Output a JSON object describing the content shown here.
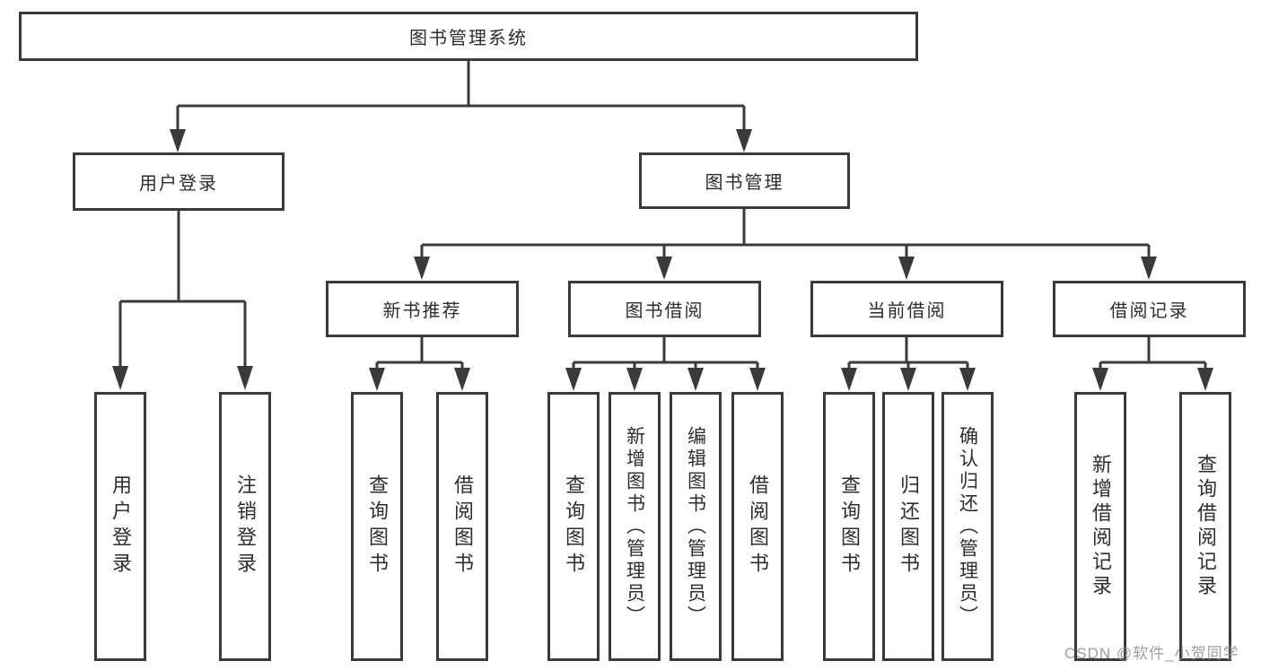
{
  "diagram": {
    "root_label": "图书管理系统",
    "level2": {
      "user_login": "用户登录",
      "book_mgmt": "图书管理"
    },
    "level3": {
      "new_books": "新书推荐",
      "borrow": "图书借阅",
      "current": "当前借阅",
      "records": "借阅记录"
    },
    "leaves": {
      "user_login": [
        "用户登录",
        "注销登录"
      ],
      "new_books": [
        "查询图书",
        "借阅图书"
      ],
      "borrow": [
        "查询图书",
        "新增图书（管理员）",
        "编辑图书（管理员）",
        "借阅图书"
      ],
      "current": [
        "查询图书",
        "归还图书",
        "确认归还（管理员）"
      ],
      "records": [
        "新增借阅记录",
        "查询借阅记录"
      ]
    }
  },
  "watermark": {
    "text": "CSDN @软件_小贺同学"
  },
  "colors": {
    "line": "#3a3a3a",
    "text": "#2d2d2d",
    "watermark": "#8c8c8c",
    "background": "#ffffff"
  }
}
